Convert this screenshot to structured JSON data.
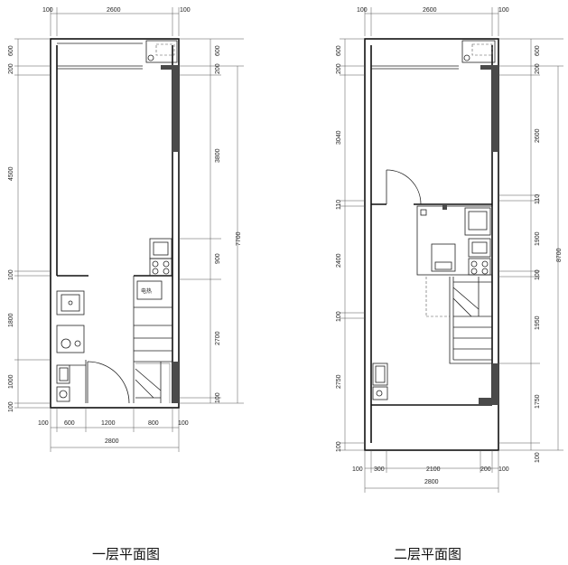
{
  "plans": [
    {
      "caption": "一层平面图",
      "top_dims": [
        "100",
        "2600",
        "100"
      ],
      "bottom_dims": [
        "100",
        "600",
        "1200",
        "800",
        "100"
      ],
      "bottom_total": "2800",
      "left_dims": [
        "600",
        "200",
        "4500",
        "100",
        "1800",
        "1000",
        "100"
      ],
      "right_dims": [
        "600",
        "200",
        "3800",
        "900",
        "2700",
        "100"
      ],
      "right_total": "7700",
      "room_label": "电热"
    },
    {
      "caption": "二层平面图",
      "top_dims": [
        "100",
        "2600",
        "100"
      ],
      "bottom_dims": [
        "100",
        "300",
        "2100",
        "200",
        "100"
      ],
      "bottom_total": "2800",
      "left_dims": [
        "600",
        "200",
        "3040",
        "110",
        "2400",
        "100",
        "2750",
        "100"
      ],
      "right_dims": [
        "600",
        "200",
        "2600",
        "110",
        "1900",
        "100",
        "1950",
        "1750",
        "100"
      ],
      "right_total": "8700"
    }
  ]
}
